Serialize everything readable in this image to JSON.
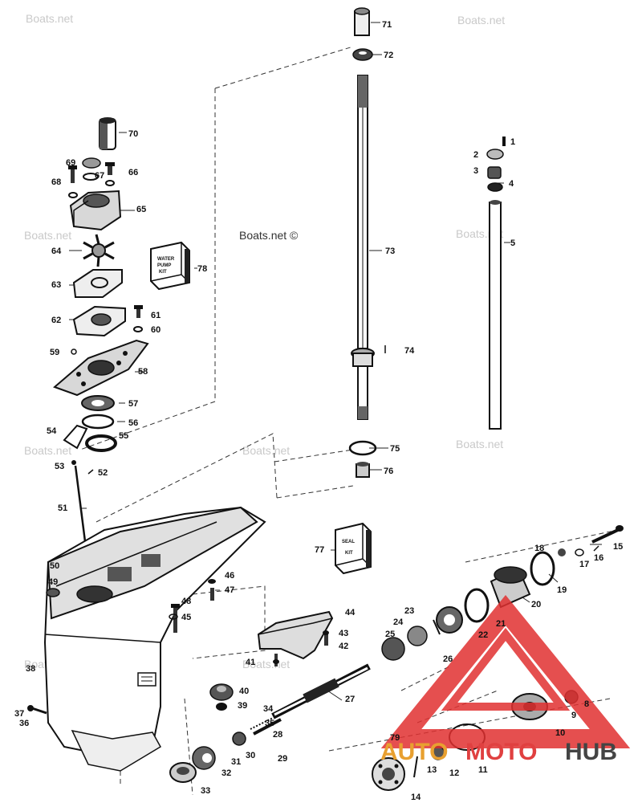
{
  "watermark": "Boats.net",
  "watermark_main": "Boats.net ©",
  "kits": {
    "water_pump": [
      "WATER",
      "PUMP",
      "KIT"
    ],
    "seal": [
      "SEAL",
      "KIT"
    ]
  },
  "brand": {
    "auto": "AUTO",
    "moto": "MOTO",
    "hub": "HUB",
    "colors": {
      "auto": "#e8a030",
      "moto": "#e04040",
      "hub": "#444444",
      "triangle": "#e03030"
    }
  },
  "callouts": [
    "1",
    "2",
    "3",
    "4",
    "5",
    "8",
    "9",
    "10",
    "11",
    "12",
    "13",
    "14",
    "15",
    "16",
    "17",
    "18",
    "19",
    "20",
    "21",
    "22",
    "23",
    "24",
    "25",
    "26",
    "27",
    "28",
    "29",
    "30",
    "31",
    "32",
    "33",
    "34",
    "35",
    "36",
    "37",
    "38",
    "39",
    "40",
    "41",
    "42",
    "43",
    "44",
    "45",
    "46",
    "47",
    "48",
    "49",
    "50",
    "51",
    "52",
    "53",
    "54",
    "55",
    "56",
    "57",
    "58",
    "59",
    "60",
    "61",
    "62",
    "63",
    "64",
    "65",
    "66",
    "67",
    "68",
    "69",
    "70",
    "71",
    "72",
    "73",
    "74",
    "75",
    "76",
    "77",
    "78",
    "79"
  ]
}
